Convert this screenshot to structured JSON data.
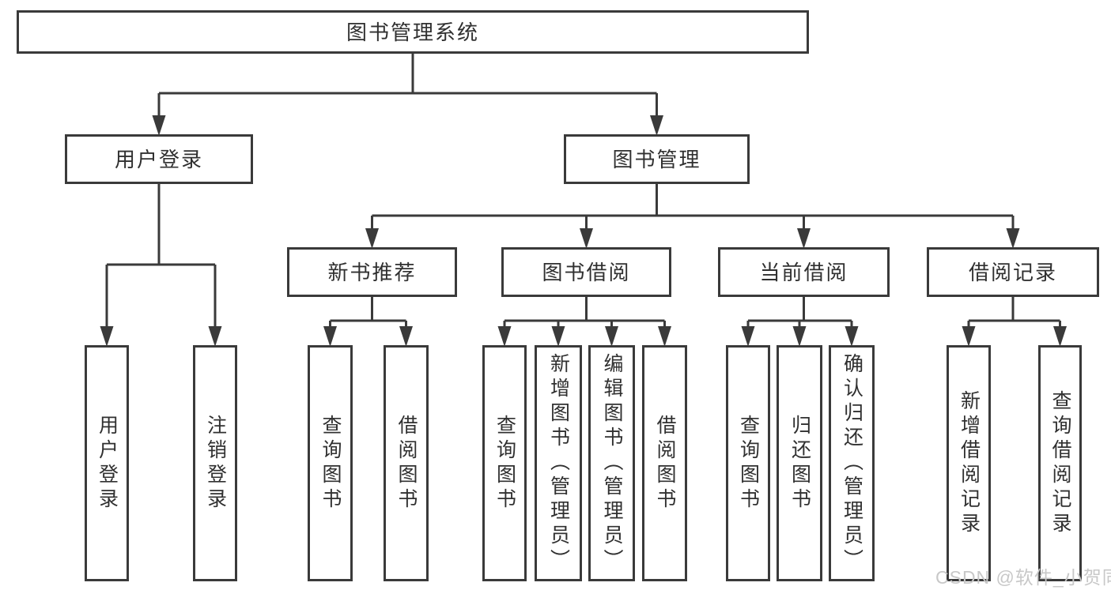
{
  "diagram": {
    "title": "图书管理系统",
    "watermark": "CSDN @软件_小贺同学",
    "colors": {
      "line": "#3a3a3a",
      "border": "#3a3a3a",
      "text": "#303030",
      "box_bg": "#ffffff",
      "watermark": "#c8c8c8"
    },
    "nodes": [
      {
        "id": "root",
        "label": "图书管理系统",
        "parent": null
      },
      {
        "id": "user-login",
        "label": "用户登录",
        "parent": "root"
      },
      {
        "id": "book-mgmt",
        "label": "图书管理",
        "parent": "root"
      },
      {
        "id": "user-login-leaf",
        "label": "用户登录",
        "parent": "user-login"
      },
      {
        "id": "logout-leaf",
        "label": "注销登录",
        "parent": "user-login"
      },
      {
        "id": "new-book-rec",
        "label": "新书推荐",
        "parent": "book-mgmt"
      },
      {
        "id": "book-borrow",
        "label": "图书借阅",
        "parent": "book-mgmt"
      },
      {
        "id": "current-borrow",
        "label": "当前借阅",
        "parent": "book-mgmt"
      },
      {
        "id": "borrow-records",
        "label": "借阅记录",
        "parent": "book-mgmt"
      },
      {
        "id": "query-books-1",
        "label": "查询图书",
        "parent": "new-book-rec"
      },
      {
        "id": "borrow-book-1",
        "label": "借阅图书",
        "parent": "new-book-rec"
      },
      {
        "id": "query-books-2",
        "label": "查询图书",
        "parent": "book-borrow"
      },
      {
        "id": "add-book-admin",
        "label": "新增图书（管理员）",
        "parent": "book-borrow"
      },
      {
        "id": "edit-book-admin",
        "label": "编辑图书（管理员）",
        "parent": "book-borrow"
      },
      {
        "id": "borrow-book-2",
        "label": "借阅图书",
        "parent": "book-borrow"
      },
      {
        "id": "query-books-3",
        "label": "查询图书",
        "parent": "current-borrow"
      },
      {
        "id": "return-book",
        "label": "归还图书",
        "parent": "current-borrow"
      },
      {
        "id": "confirm-return-admin",
        "label": "确认归还（管理员）",
        "parent": "current-borrow"
      },
      {
        "id": "add-borrow-record",
        "label": "新增借阅记录",
        "parent": "borrow-records"
      },
      {
        "id": "query-borrow-record",
        "label": "查询借阅记录",
        "parent": "borrow-records"
      }
    ]
  }
}
